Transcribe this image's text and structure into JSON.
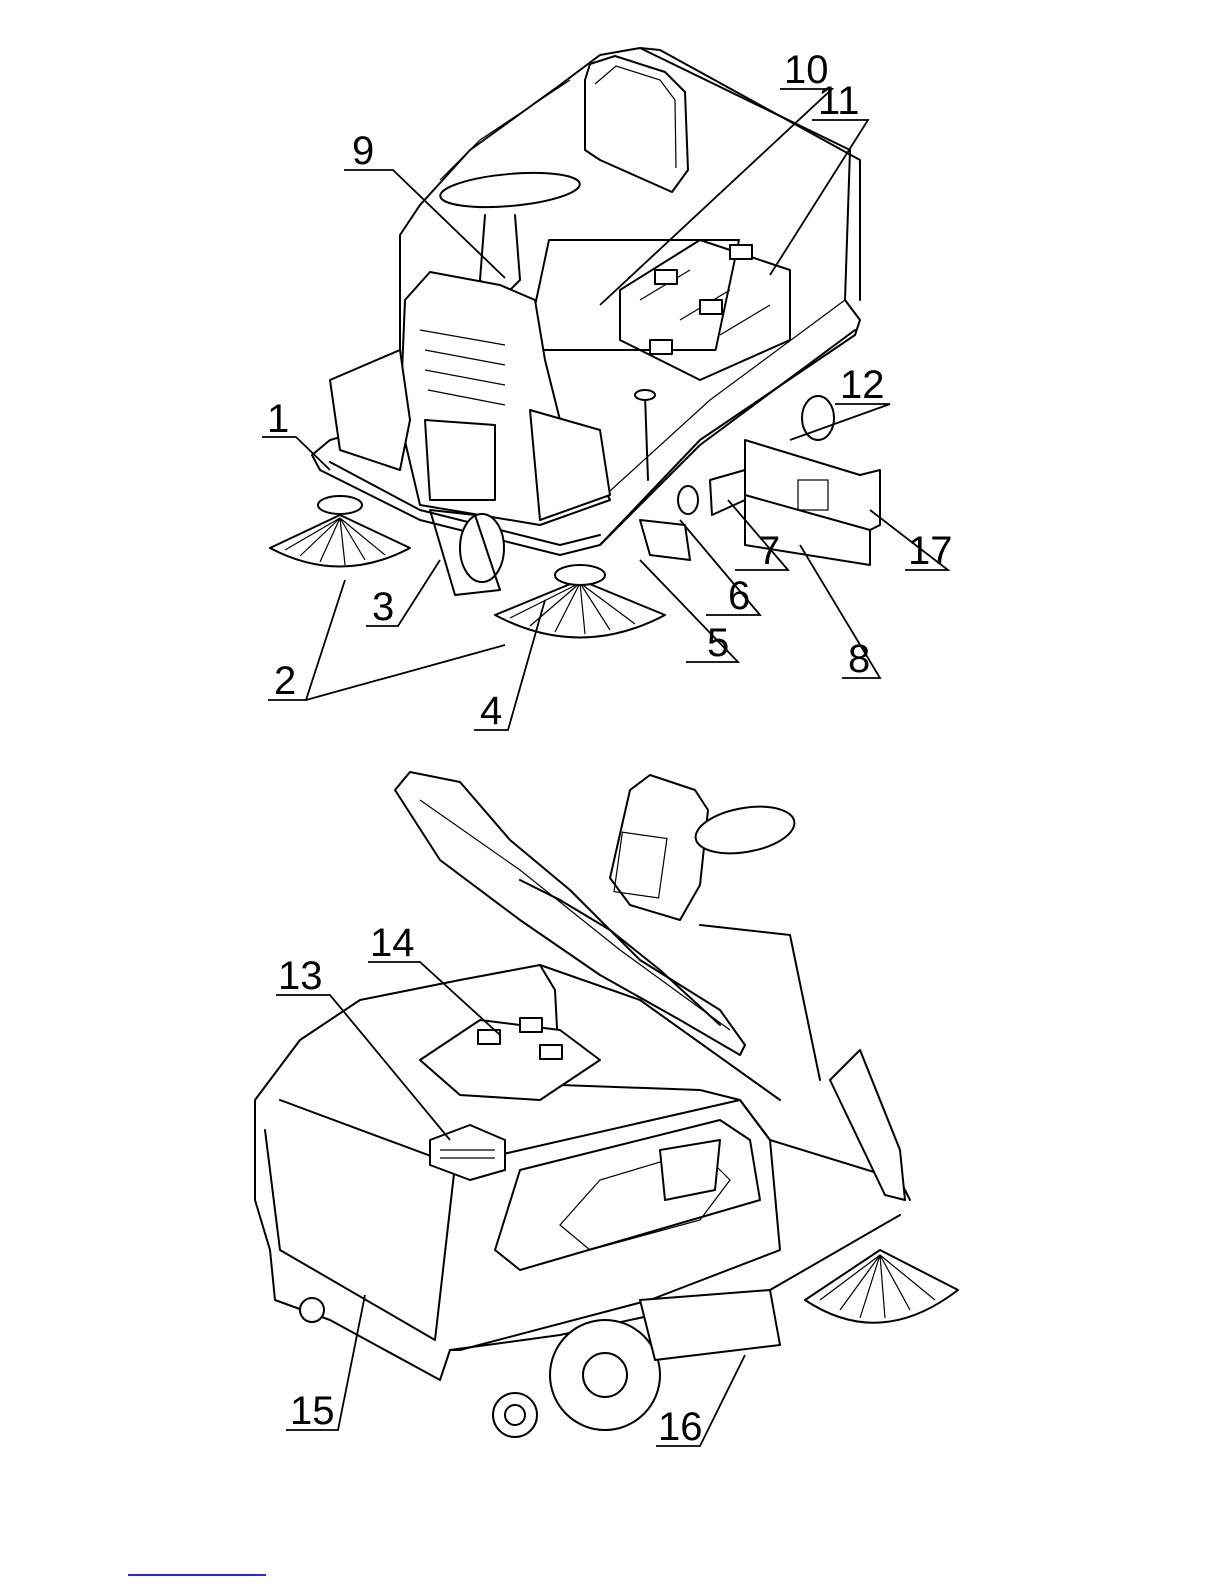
{
  "figure_top": {
    "callouts": [
      {
        "id": "c1",
        "label": "1"
      },
      {
        "id": "c2",
        "label": "2"
      },
      {
        "id": "c3",
        "label": "3"
      },
      {
        "id": "c4",
        "label": "4"
      },
      {
        "id": "c5",
        "label": "5"
      },
      {
        "id": "c6",
        "label": "6"
      },
      {
        "id": "c7",
        "label": "7"
      },
      {
        "id": "c8",
        "label": "8"
      },
      {
        "id": "c9",
        "label": "9"
      },
      {
        "id": "c10",
        "label": "10"
      },
      {
        "id": "c11",
        "label": "11"
      },
      {
        "id": "c12",
        "label": "12"
      },
      {
        "id": "c17",
        "label": "17"
      }
    ]
  },
  "figure_bottom": {
    "callouts": [
      {
        "id": "c13",
        "label": "13"
      },
      {
        "id": "c14",
        "label": "14"
      },
      {
        "id": "c15",
        "label": "15"
      },
      {
        "id": "c16",
        "label": "16"
      }
    ]
  },
  "colors": {
    "line": "#000000",
    "background": "#ffffff",
    "link_underline": "#2a2ad8"
  }
}
